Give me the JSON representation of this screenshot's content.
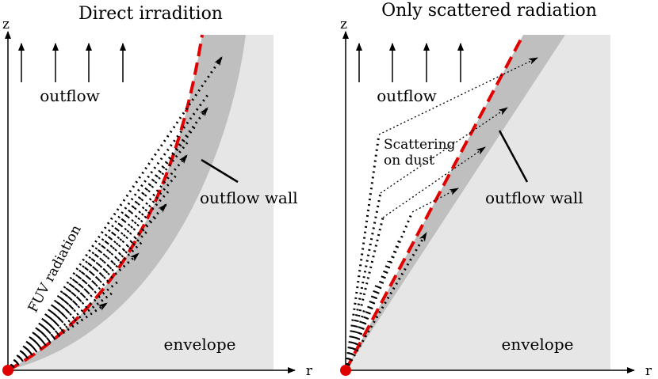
{
  "left_panel": {
    "title": "Direct irradition",
    "axis_z": "z",
    "axis_r": "r",
    "outflow": "outflow",
    "outflow_wall": "outflow wall",
    "envelope": "envelope",
    "fuv": "FUV radiation"
  },
  "right_panel": {
    "title": "Only scattered radiation",
    "axis_z": "z",
    "axis_r": "r",
    "outflow": "outflow",
    "outflow_wall": "outflow wall",
    "envelope": "envelope",
    "scattering_line1": "Scattering",
    "scattering_line2": "on dust"
  },
  "colors": {
    "envelope": "#e6e6e6",
    "wall": "#bfbfbf",
    "red": "#e00000",
    "black": "#000000"
  }
}
